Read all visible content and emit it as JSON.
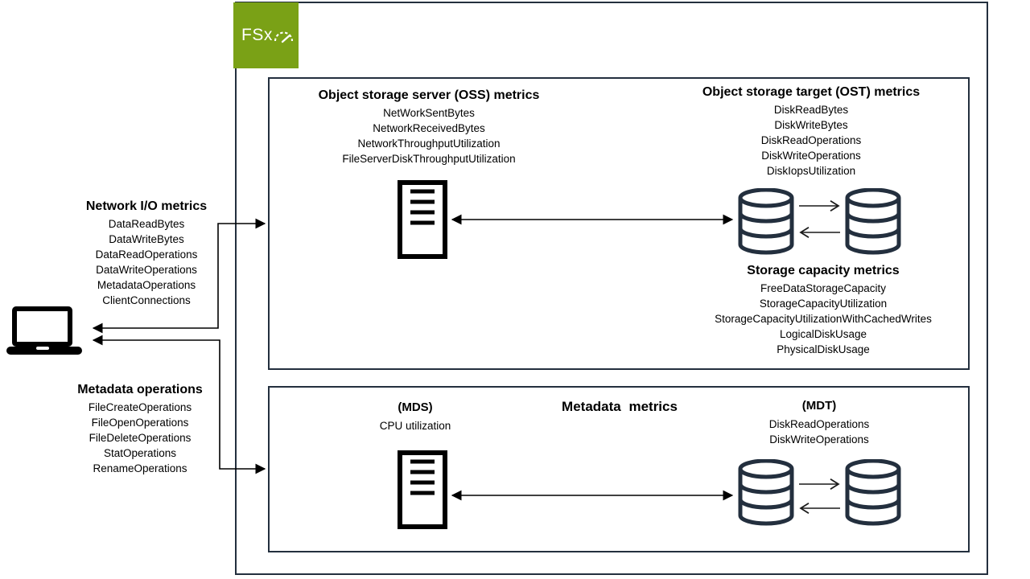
{
  "logo": {
    "text": "FSx",
    "color": "#7aa116",
    "icon": "gauge-icon"
  },
  "colors": {
    "outline": "#232f3e",
    "arrow": "#000000",
    "logo_green": "#7aa116"
  },
  "icons": {
    "client": "laptop-icon",
    "file_server": "server-icon",
    "storage_target": "database-icon",
    "logo_glyph": "fsx-gauge-icon"
  },
  "left_panel": {
    "network_metrics": {
      "title": "Network I/O metrics",
      "items": [
        "DataReadBytes",
        "DataWriteBytes",
        "DataReadOperations",
        "DataWriteOperations",
        "MetadataOperations",
        "ClientConnections"
      ]
    },
    "metadata_operations": {
      "title": "Metadata operations",
      "items": [
        "FileCreateOperations",
        "FileOpenOperations",
        "FileDeleteOperations",
        "StatOperations",
        "RenameOperations"
      ]
    }
  },
  "oss_panel": {
    "oss_metrics": {
      "title": "Object storage server (OSS) metrics",
      "items": [
        "NetWorkSentBytes",
        "NetworkReceivedBytes",
        "NetworkThroughputUtilization",
        "FileServerDiskThroughputUtilization"
      ]
    },
    "ost_metrics": {
      "title": "Object storage target (OST) metrics",
      "items": [
        "DiskReadBytes",
        "DiskWriteBytes",
        "DiskReadOperations",
        "DiskWriteOperations",
        "DiskIopsUtilization"
      ]
    },
    "storage_capacity_metrics": {
      "title": "Storage capacity metrics",
      "items": [
        "FreeDataStorageCapacity",
        "StorageCapacityUtilization",
        "StorageCapacityUtilizationWithCachedWrites",
        "LogicalDiskUsage",
        "PhysicalDiskUsage"
      ]
    }
  },
  "metadata_panel": {
    "title": "Metadata metrics",
    "mds": {
      "title": "(MDS)",
      "items": [
        "CPU utilization"
      ]
    },
    "mdt": {
      "title": "(MDT)",
      "items": [
        "DiskReadOperations",
        "DiskWriteOperations"
      ]
    }
  }
}
